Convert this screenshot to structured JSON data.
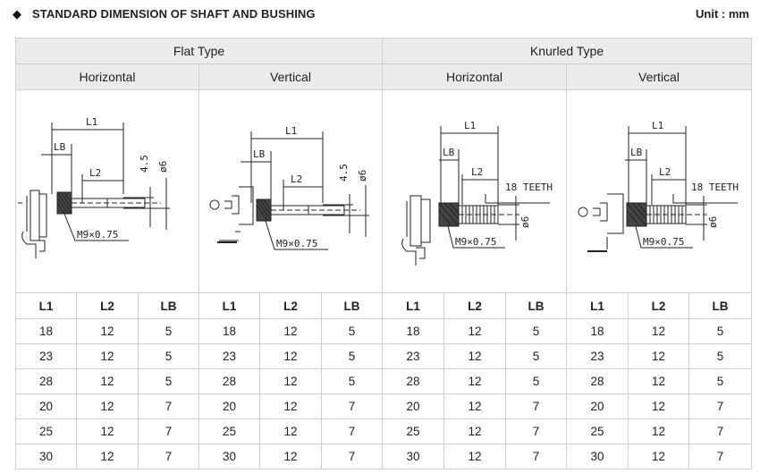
{
  "header": {
    "bullet": "◆",
    "title": "STANDARD DIMENSION OF SHAFT AND BUSHING",
    "unit": "Unit : mm"
  },
  "groups": [
    {
      "label": "Flat Type",
      "subgroups": [
        "Horizontal",
        "Vertical"
      ]
    },
    {
      "label": "Knurled Type",
      "subgroups": [
        "Horizontal",
        "Vertical"
      ]
    }
  ],
  "drawings": {
    "l1": "L1",
    "l2": "L2",
    "lb": "LB",
    "d45": "4.5",
    "phi6": "ø6",
    "thread": "M9×0.75",
    "teeth": "18 TEETH"
  },
  "columns": [
    "L1",
    "L2",
    "LB"
  ],
  "rows": [
    [
      "18",
      "12",
      "5"
    ],
    [
      "23",
      "12",
      "5"
    ],
    [
      "28",
      "12",
      "5"
    ],
    [
      "20",
      "12",
      "7"
    ],
    [
      "25",
      "12",
      "7"
    ],
    [
      "30",
      "12",
      "7"
    ]
  ]
}
